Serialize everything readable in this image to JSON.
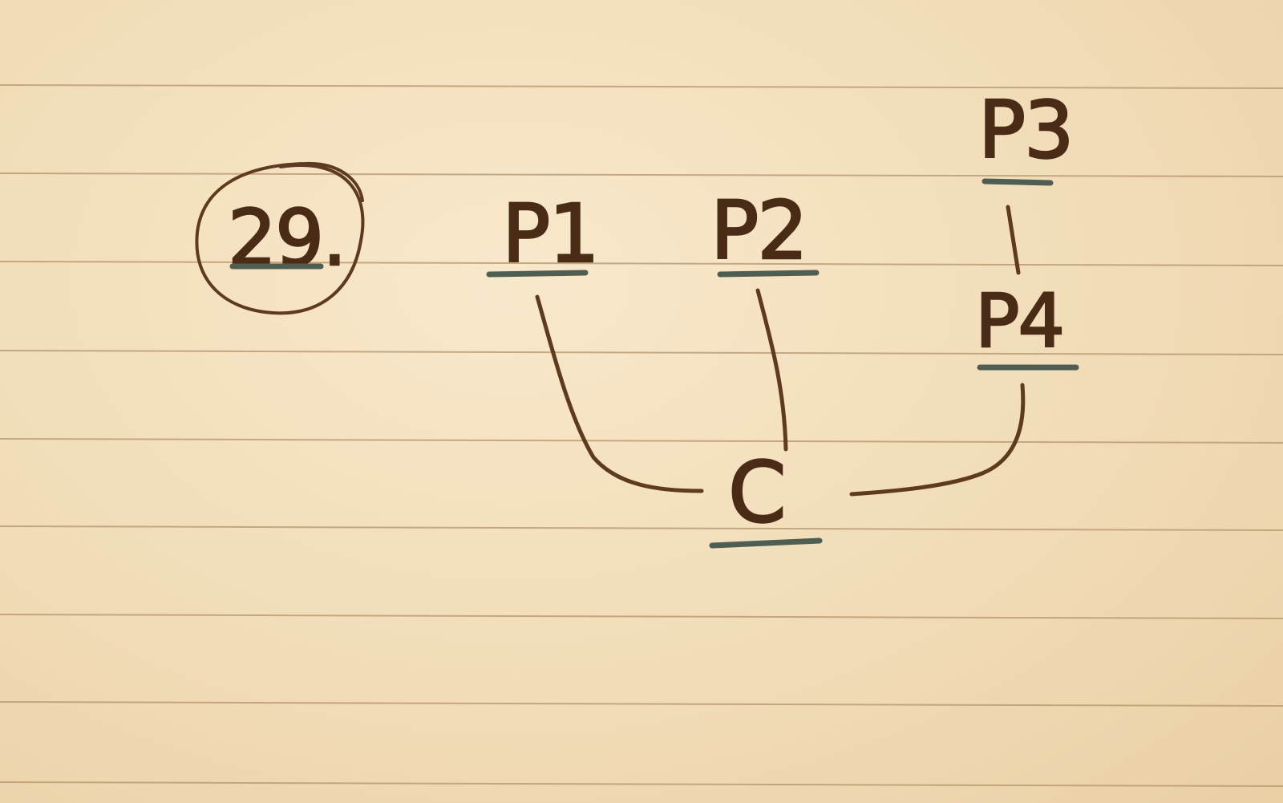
{
  "problem": {
    "number": "29."
  },
  "nodes": {
    "p1": "P1",
    "p2": "P2",
    "p3": "P3",
    "p4": "P4",
    "c": "C"
  },
  "colors": {
    "paper": "#f3dfbe",
    "ink": "#4a2c16",
    "underline": "#4f5e52",
    "rule": "#b89a72"
  }
}
